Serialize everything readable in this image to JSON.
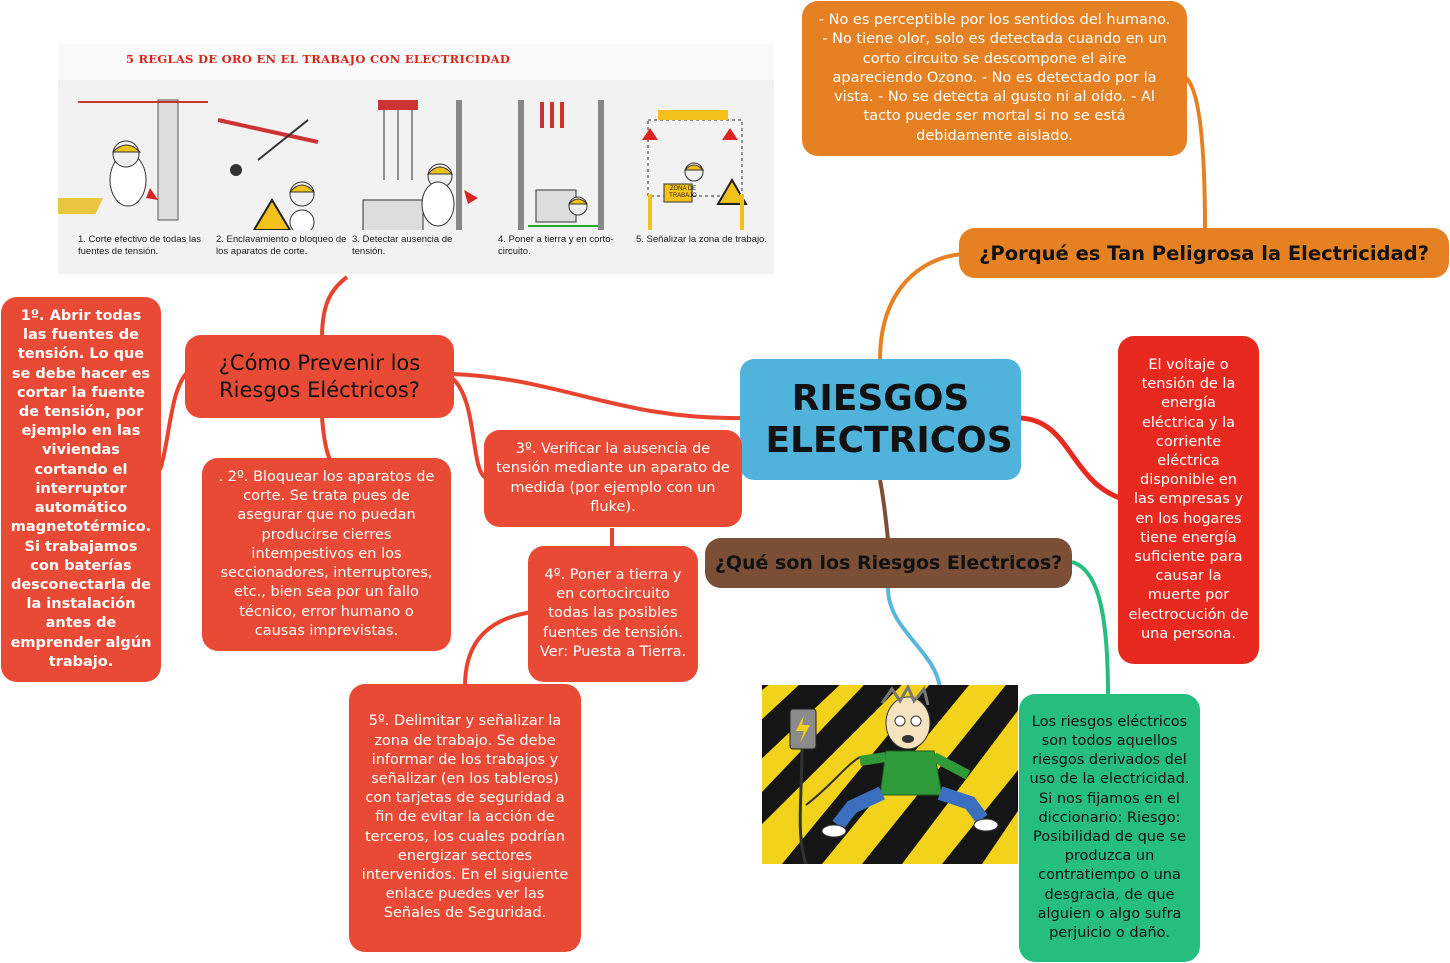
{
  "center": {
    "title": "RIESGOS ELECTRICOS"
  },
  "branches": {
    "porque": "¿Porqué es Tan Peligrosa la Electricidad?",
    "como": "¿Cómo Prevenir los Riesgos Eléctricos?",
    "que": "¿Qué son los Riesgos Electricos?"
  },
  "notes": {
    "porque_detail": "- No es perceptible por los sentidos del humano. - No tiene olor, solo es detectada cuando en un corto circuito se descompone el aire apareciendo Ozono. - No es detectado por la vista. - No se detecta al gusto ni al oído. - Al tacto puede ser mortal si no se está debidamente aislado.",
    "voltaje": "El voltaje o tensión de la energía eléctrica y la corriente eléctrica disponible en las empresas y en los hogares tiene energía suficiente para causar la muerte por electrocución de una persona.",
    "definicion": "Los riesgos eléctricos son todos aquellos riesgos derivados del uso de la electricidad. Si nos fijamos en el diccionario: Riesgo: Posibilidad de que se produzca un contratiempo o una desgracia, de que alguien o algo sufra perjuicio o daño.",
    "regla1": "1º. Abrir todas las fuentes de tensión. Lo que se debe hacer es cortar la fuente de tensión, por ejemplo en las viviendas cortando el interruptor automático magnetotérmico. Si trabajamos con baterías desconectarla de la instalación antes de emprender algún trabajo.",
    "regla2": ". 2º. Bloquear los aparatos de corte. Se trata pues de asegurar que no puedan producirse cierres intempestivos en los seccionadores, interruptores, etc., bien sea por un fallo técnico, error humano o causas imprevistas.",
    "regla3": "3º. Verificar la ausencia de tensión mediante un aparato de medida (por ejemplo con un fluke).",
    "regla4": "4º. Poner a tierra y en cortocircuito todas las posibles fuentes de tensión. Ver: Puesta a Tierra.",
    "regla5": "5º. Delimitar y señalizar la zona de trabajo. Se debe informar de los trabajos y señalizar (en los tableros) con tarjetas de seguridad a fin de evitar la acción de terceros, los cuales podrían energizar sectores intervenidos. En el siguiente enlace puedes ver las Señales de Seguridad."
  },
  "poster": {
    "title": "5 REGLAS DE ORO EN EL TRABAJO CON ELECTRICIDAD",
    "captions": [
      "1. Corte efectivo de todas las fuentes de tensión.",
      "2. Enclavamiento o bloqueo de los aparatos de corte.",
      "3. Detectar ausencia de tensión.",
      "4. Poner a tierra y en corto-circuito.",
      "5. Señalizar la zona de trabajo."
    ],
    "zone_sign": "ZONA DE TRABAJO"
  },
  "colors": {
    "center": "#4fb3dc",
    "porque": "#e58123",
    "rules": "#e84a35",
    "voltaje": "#e8291f",
    "que": "#7a4f36",
    "definicion": "#26be7e",
    "link_blue": "#5ab6dd"
  },
  "icons": [
    "safety-poster-illustration",
    "electric-shock-cartoon",
    "lightning-warning-icon"
  ]
}
